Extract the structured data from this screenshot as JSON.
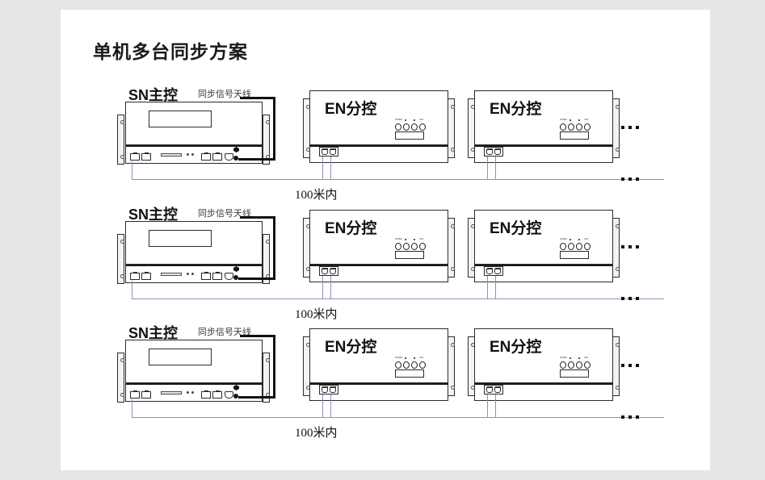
{
  "page": {
    "title": "单机多台同步方案",
    "background_color": "#e5e5e5",
    "panel_color": "#ffffff",
    "wire_color": "#8f8fba",
    "outline_color": "#2b2b2b"
  },
  "labels": {
    "master": "SN主控",
    "antenna": "同步信号天线",
    "sub": "EN分控",
    "distance": "100米内",
    "ellipsis_char": "..."
  },
  "led_captions": [
    "POWER",
    "",
    "",
    "LINK"
  ],
  "rows": [
    {
      "index": 1,
      "master_label": "SN主控",
      "antenna_label": "同步信号天线",
      "subs": [
        "EN分控",
        "EN分控"
      ],
      "distance_label": "100米内",
      "has_ellipsis": true
    },
    {
      "index": 2,
      "master_label": "SN主控",
      "antenna_label": "同步信号天线",
      "subs": [
        "EN分控",
        "EN分控"
      ],
      "distance_label": "100米内",
      "has_ellipsis": true
    },
    {
      "index": 3,
      "master_label": "SN主控",
      "antenna_label": "同步信号天线",
      "subs": [
        "EN分控",
        "EN分控"
      ],
      "distance_label": "100米内",
      "has_ellipsis": true
    }
  ]
}
